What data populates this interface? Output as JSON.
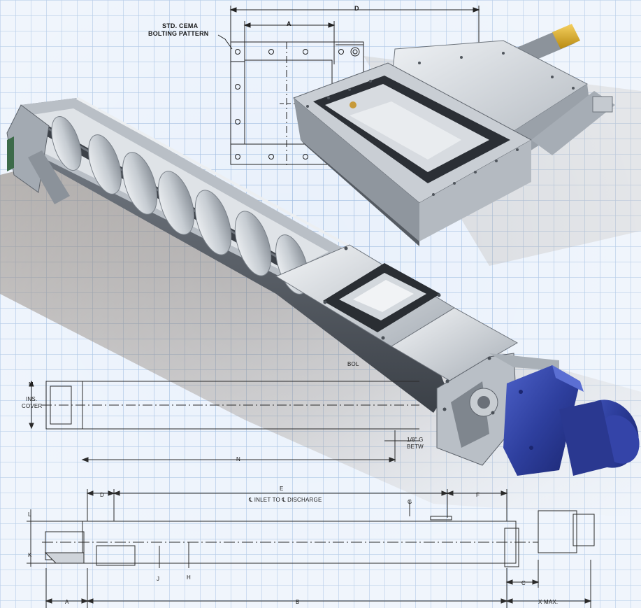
{
  "colors": {
    "grid_bg": "#e4eefa",
    "grid_line": "#8fb1dc",
    "steel_light": "#d9dde2",
    "steel_mid": "#aab0b8",
    "steel_dark": "#5d636b",
    "motor_blue": "#2e3f9e",
    "cylinder_yellow": "#e0b020"
  },
  "annotations": {
    "bolting_line1": "STD. CEMA",
    "bolting_line2": "BOLTING PATTERN",
    "dim_D_top": "D",
    "dim_A_top": "A",
    "dim_M": "M",
    "ins_cover_1": "INS.",
    "ins_cover_2": "COVER",
    "dim_N": "N",
    "gap_1": "1/8\" G",
    "gap_2": "BETW",
    "bolt_partial": "BOL",
    "dim_D_bottom": "D",
    "dim_E": "E",
    "inlet_discharge": "℄ INLET TO ℄ DISCHARGE",
    "dim_F": "F",
    "dim_G": "G",
    "dim_L": "L",
    "dim_K": "K",
    "dim_J": "J",
    "dim_H": "H",
    "dim_C": "C",
    "dim_A_bottom": "A",
    "dim_B": "B",
    "x_max": "X MAX."
  }
}
